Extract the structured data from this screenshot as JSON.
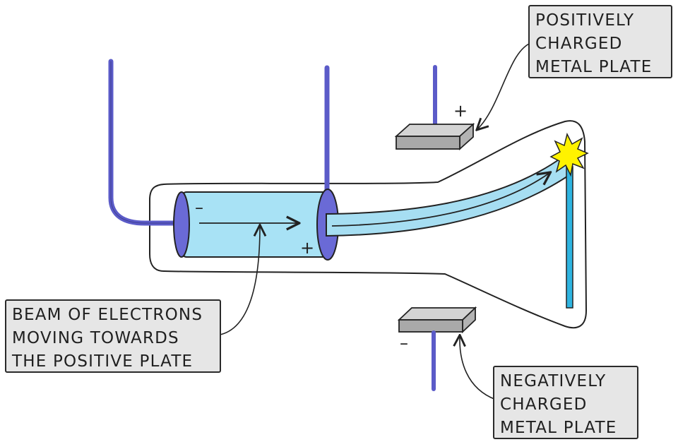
{
  "labels": {
    "positive_plate": [
      "POSITIVELY",
      "CHARGED",
      "METAL PLATE"
    ],
    "negative_plate": [
      "NEGATIVELY",
      "CHARGED",
      "METAL PLATE"
    ],
    "beam": [
      "BEAM OF ELECTRONS",
      "MOVING TOWARDS",
      "THE POSITIVE PLATE"
    ]
  },
  "signs": {
    "cathode": "–",
    "anode": "+",
    "positive_plate": "+",
    "negative_plate": "–"
  },
  "colors": {
    "wire": "#5b5bc8",
    "electrode": "#6a6ad6",
    "cylinder": "#a8e2f5",
    "beam": "#a6def2",
    "screen": "#2fb4e0",
    "plate_top": "#d4d4d4",
    "plate_front": "#a9a9a9",
    "label_bg": "#e6e6e6",
    "spark": "#fff200"
  }
}
